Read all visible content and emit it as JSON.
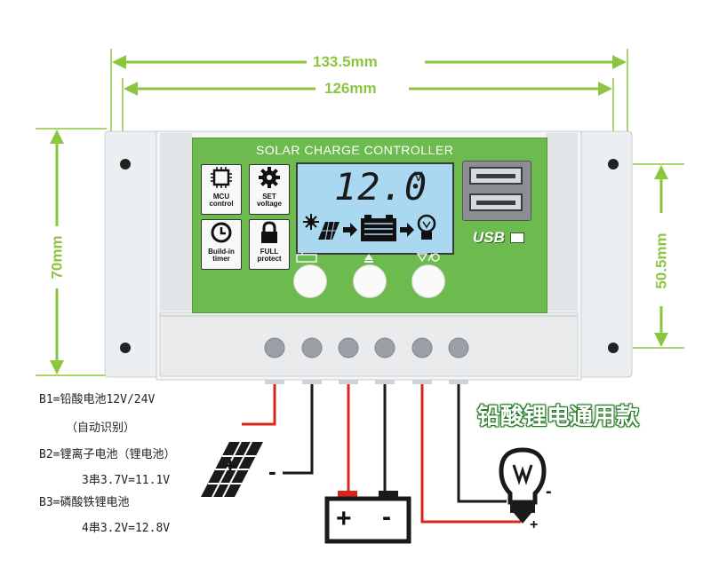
{
  "dimensions": {
    "outer_width": "133.5mm",
    "inner_width": "126mm",
    "height": "70mm",
    "mount_height": "50.5mm"
  },
  "panel": {
    "title": "SOLAR CHARGE CONTROLLER",
    "lcd_value": "12.0",
    "lcd_unit": "V",
    "usb_label": "USB"
  },
  "features": [
    {
      "label_line1": "MCU",
      "label_line2": "control",
      "icon": "chip-icon"
    },
    {
      "label_line1": "SET",
      "label_line2": "voltage",
      "icon": "gear-icon"
    },
    {
      "label_line1": "Build-in",
      "label_line2": "timer",
      "icon": "clock-icon"
    },
    {
      "label_line1": "FULL",
      "label_line2": "protect",
      "icon": "lock-icon"
    }
  ],
  "notes": {
    "b1_line1": "B1=铅酸电池12V/24V",
    "b1_line2": "（自动识别）",
    "b2_line1": "B2=锂离子电池（锂电池）",
    "b2_line2": "3串3.7V=11.1V",
    "b3_line1": "B3=磷酸铁锂电池",
    "b3_line2": "4串3.2V=12.8V"
  },
  "badge": "铅酸锂电通用款",
  "terminals": {
    "solar_plus": "+",
    "solar_minus": "-",
    "battery_plus": "+",
    "battery_minus": "-",
    "load_plus": "+",
    "load_minus": "-"
  },
  "colors": {
    "dimension": "#8cc63f",
    "panel_green": "#6dbb4f",
    "lcd": "#a9d8f0",
    "wire_red": "#d9261c",
    "wire_black": "#1a1a1a",
    "badge": "#3a9a3a"
  }
}
